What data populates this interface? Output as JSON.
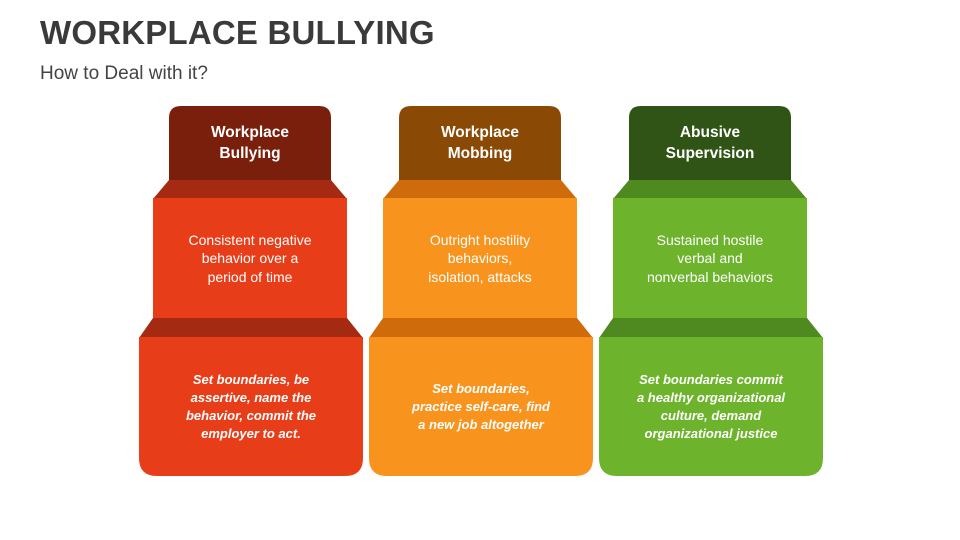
{
  "title": "WORKPLACE BULLYING",
  "subtitle": "How to Deal with it?",
  "columns": [
    {
      "heading": "Workplace\nBullying",
      "description": "Consistent negative\nbehavior over a\nperiod of time",
      "action": "Set boundaries, be\nassertive, name the\nbehavior, commit the\nemployer to act.",
      "colors": {
        "head": "#7a1f0c",
        "band": "#a52a12",
        "mid": "#e83d19",
        "bottom": "#e83d19"
      }
    },
    {
      "heading": "Workplace\nMobbing",
      "description": "Outright hostility\nbehaviors,\nisolation, attacks",
      "action": "Set boundaries,\npractice self-care, find\na new job altogether",
      "colors": {
        "head": "#8a4a06",
        "band": "#d06b0b",
        "mid": "#f8931e",
        "bottom": "#f8931e"
      }
    },
    {
      "heading": "Abusive\nSupervision",
      "description": "Sustained hostile\nverbal and\nnonverbal behaviors",
      "action": "Set boundaries commit\na healthy organizational\nculture, demand\norganizational justice",
      "colors": {
        "head": "#2f5415",
        "band": "#4f8a20",
        "mid": "#6db32c",
        "bottom": "#6db32c"
      }
    }
  ]
}
